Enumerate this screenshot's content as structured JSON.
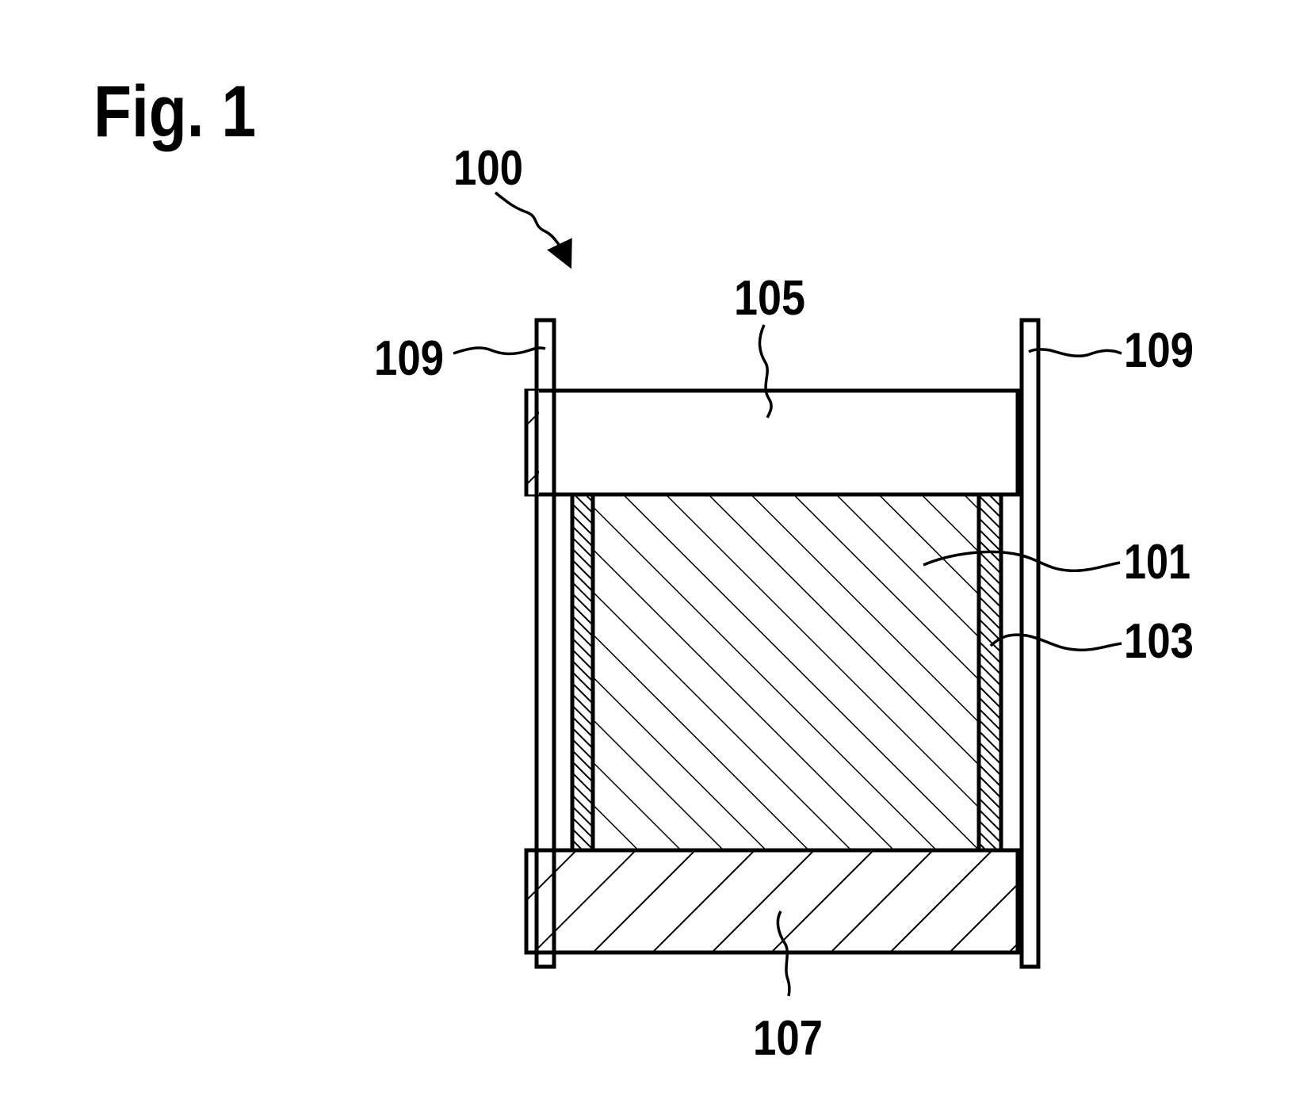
{
  "figure": {
    "title": "Fig. 1",
    "labels": {
      "assembly": "100",
      "core": "101",
      "side_layer": "103",
      "top_plate": "105",
      "bottom_plate": "107",
      "pin_left": "109",
      "pin_right": "109"
    }
  }
}
